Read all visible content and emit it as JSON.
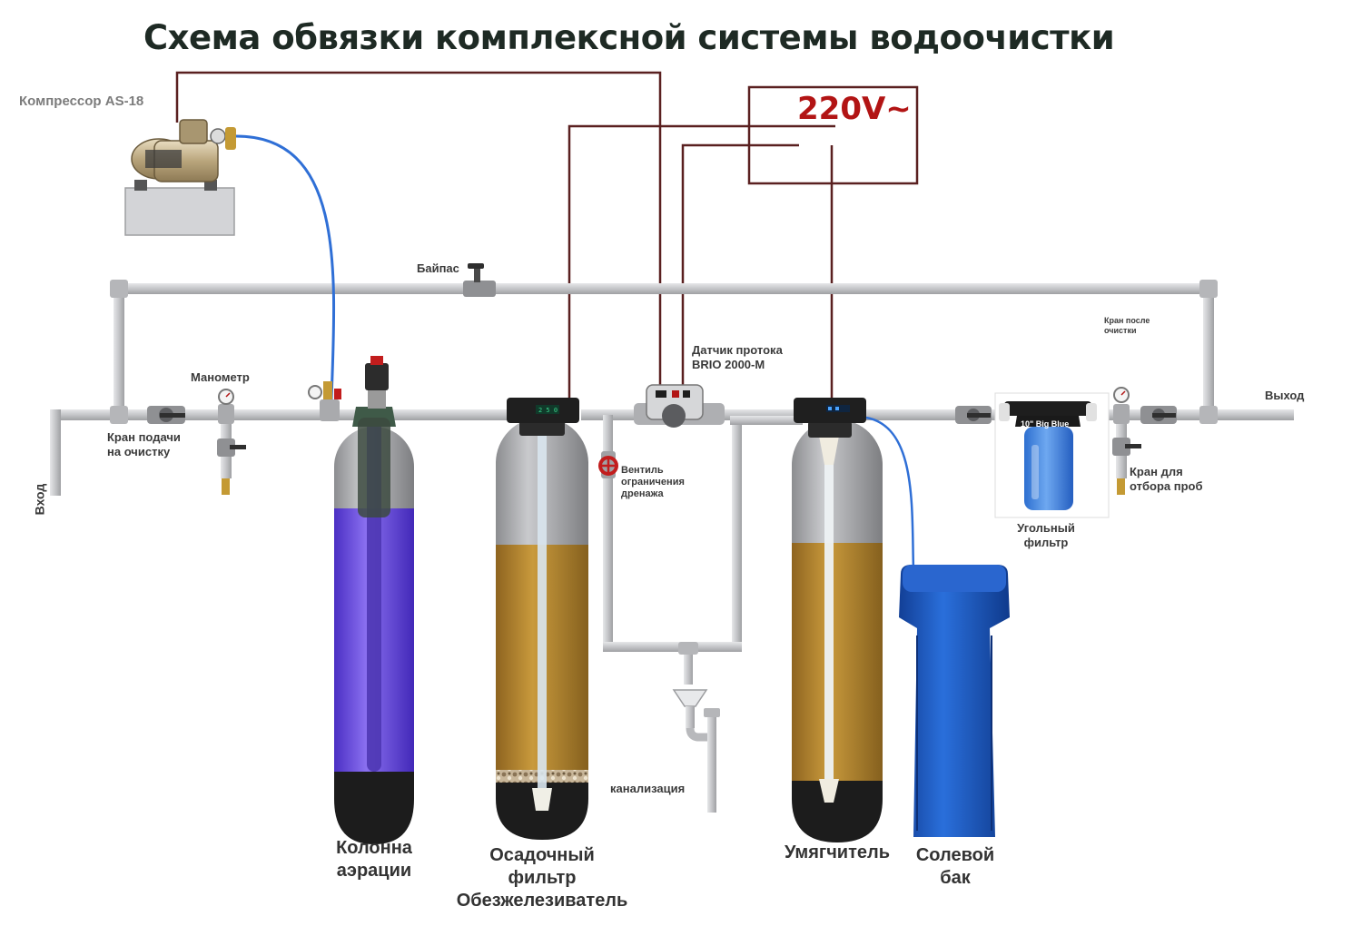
{
  "title": "Схема обвязки комплексной системы водоочистки",
  "power": {
    "voltage": "220V~"
  },
  "labels": {
    "compressor": "Компрессор AS-18",
    "bypass": "Байпас",
    "manometer": "Манометр",
    "inlet": "Вход",
    "supply_valve": [
      "Кран подачи",
      "на очистку"
    ],
    "flow_sensor": [
      "Датчик протока",
      "BRIO 2000-M"
    ],
    "drain_valve": [
      "Вентиль",
      "ограничения",
      "дренажа"
    ],
    "sewer": "канализация",
    "tap_after": [
      "Кран после",
      "очистки"
    ],
    "outlet": "Выход",
    "sample_tap": [
      "Кран для",
      "отбора проб"
    ],
    "carbon_filter": [
      "Угольный",
      "фильтр"
    ],
    "big_blue": "10\" Big Blue",
    "aeration_column": [
      "Колонна",
      "аэрации"
    ],
    "sediment_filter": [
      "Осадочный",
      "фильтр",
      "Обезжелезиватель"
    ],
    "softener": "Умягчитель",
    "brine_tank": [
      "Солевой",
      "бак"
    ]
  },
  "colors": {
    "pipe": "#c8c9cb",
    "wire": "#5a2020",
    "aeration_media": "#6b4fe0",
    "filter_media": "#b8862e",
    "brine_tank": "#1b59c2",
    "hose": "#2f6fd6",
    "voltage_text": "#b21414"
  }
}
